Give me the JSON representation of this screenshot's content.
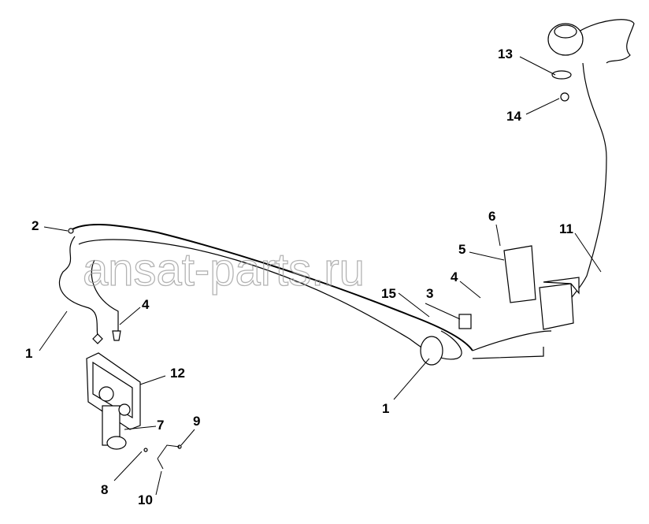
{
  "watermark": "ansat-parts.ru",
  "callouts": [
    {
      "id": "c1a",
      "label": "1"
    },
    {
      "id": "c1b",
      "label": "1"
    },
    {
      "id": "c2",
      "label": "2"
    },
    {
      "id": "c3",
      "label": "3"
    },
    {
      "id": "c4a",
      "label": "4"
    },
    {
      "id": "c4b",
      "label": "4"
    },
    {
      "id": "c5",
      "label": "5"
    },
    {
      "id": "c6",
      "label": "6"
    },
    {
      "id": "c7",
      "label": "7"
    },
    {
      "id": "c8",
      "label": "8"
    },
    {
      "id": "c9",
      "label": "9"
    },
    {
      "id": "c10",
      "label": "10"
    },
    {
      "id": "c11",
      "label": "11"
    },
    {
      "id": "c12",
      "label": "12"
    },
    {
      "id": "c13",
      "label": "13"
    },
    {
      "id": "c14",
      "label": "14"
    },
    {
      "id": "c15",
      "label": "15"
    }
  ]
}
